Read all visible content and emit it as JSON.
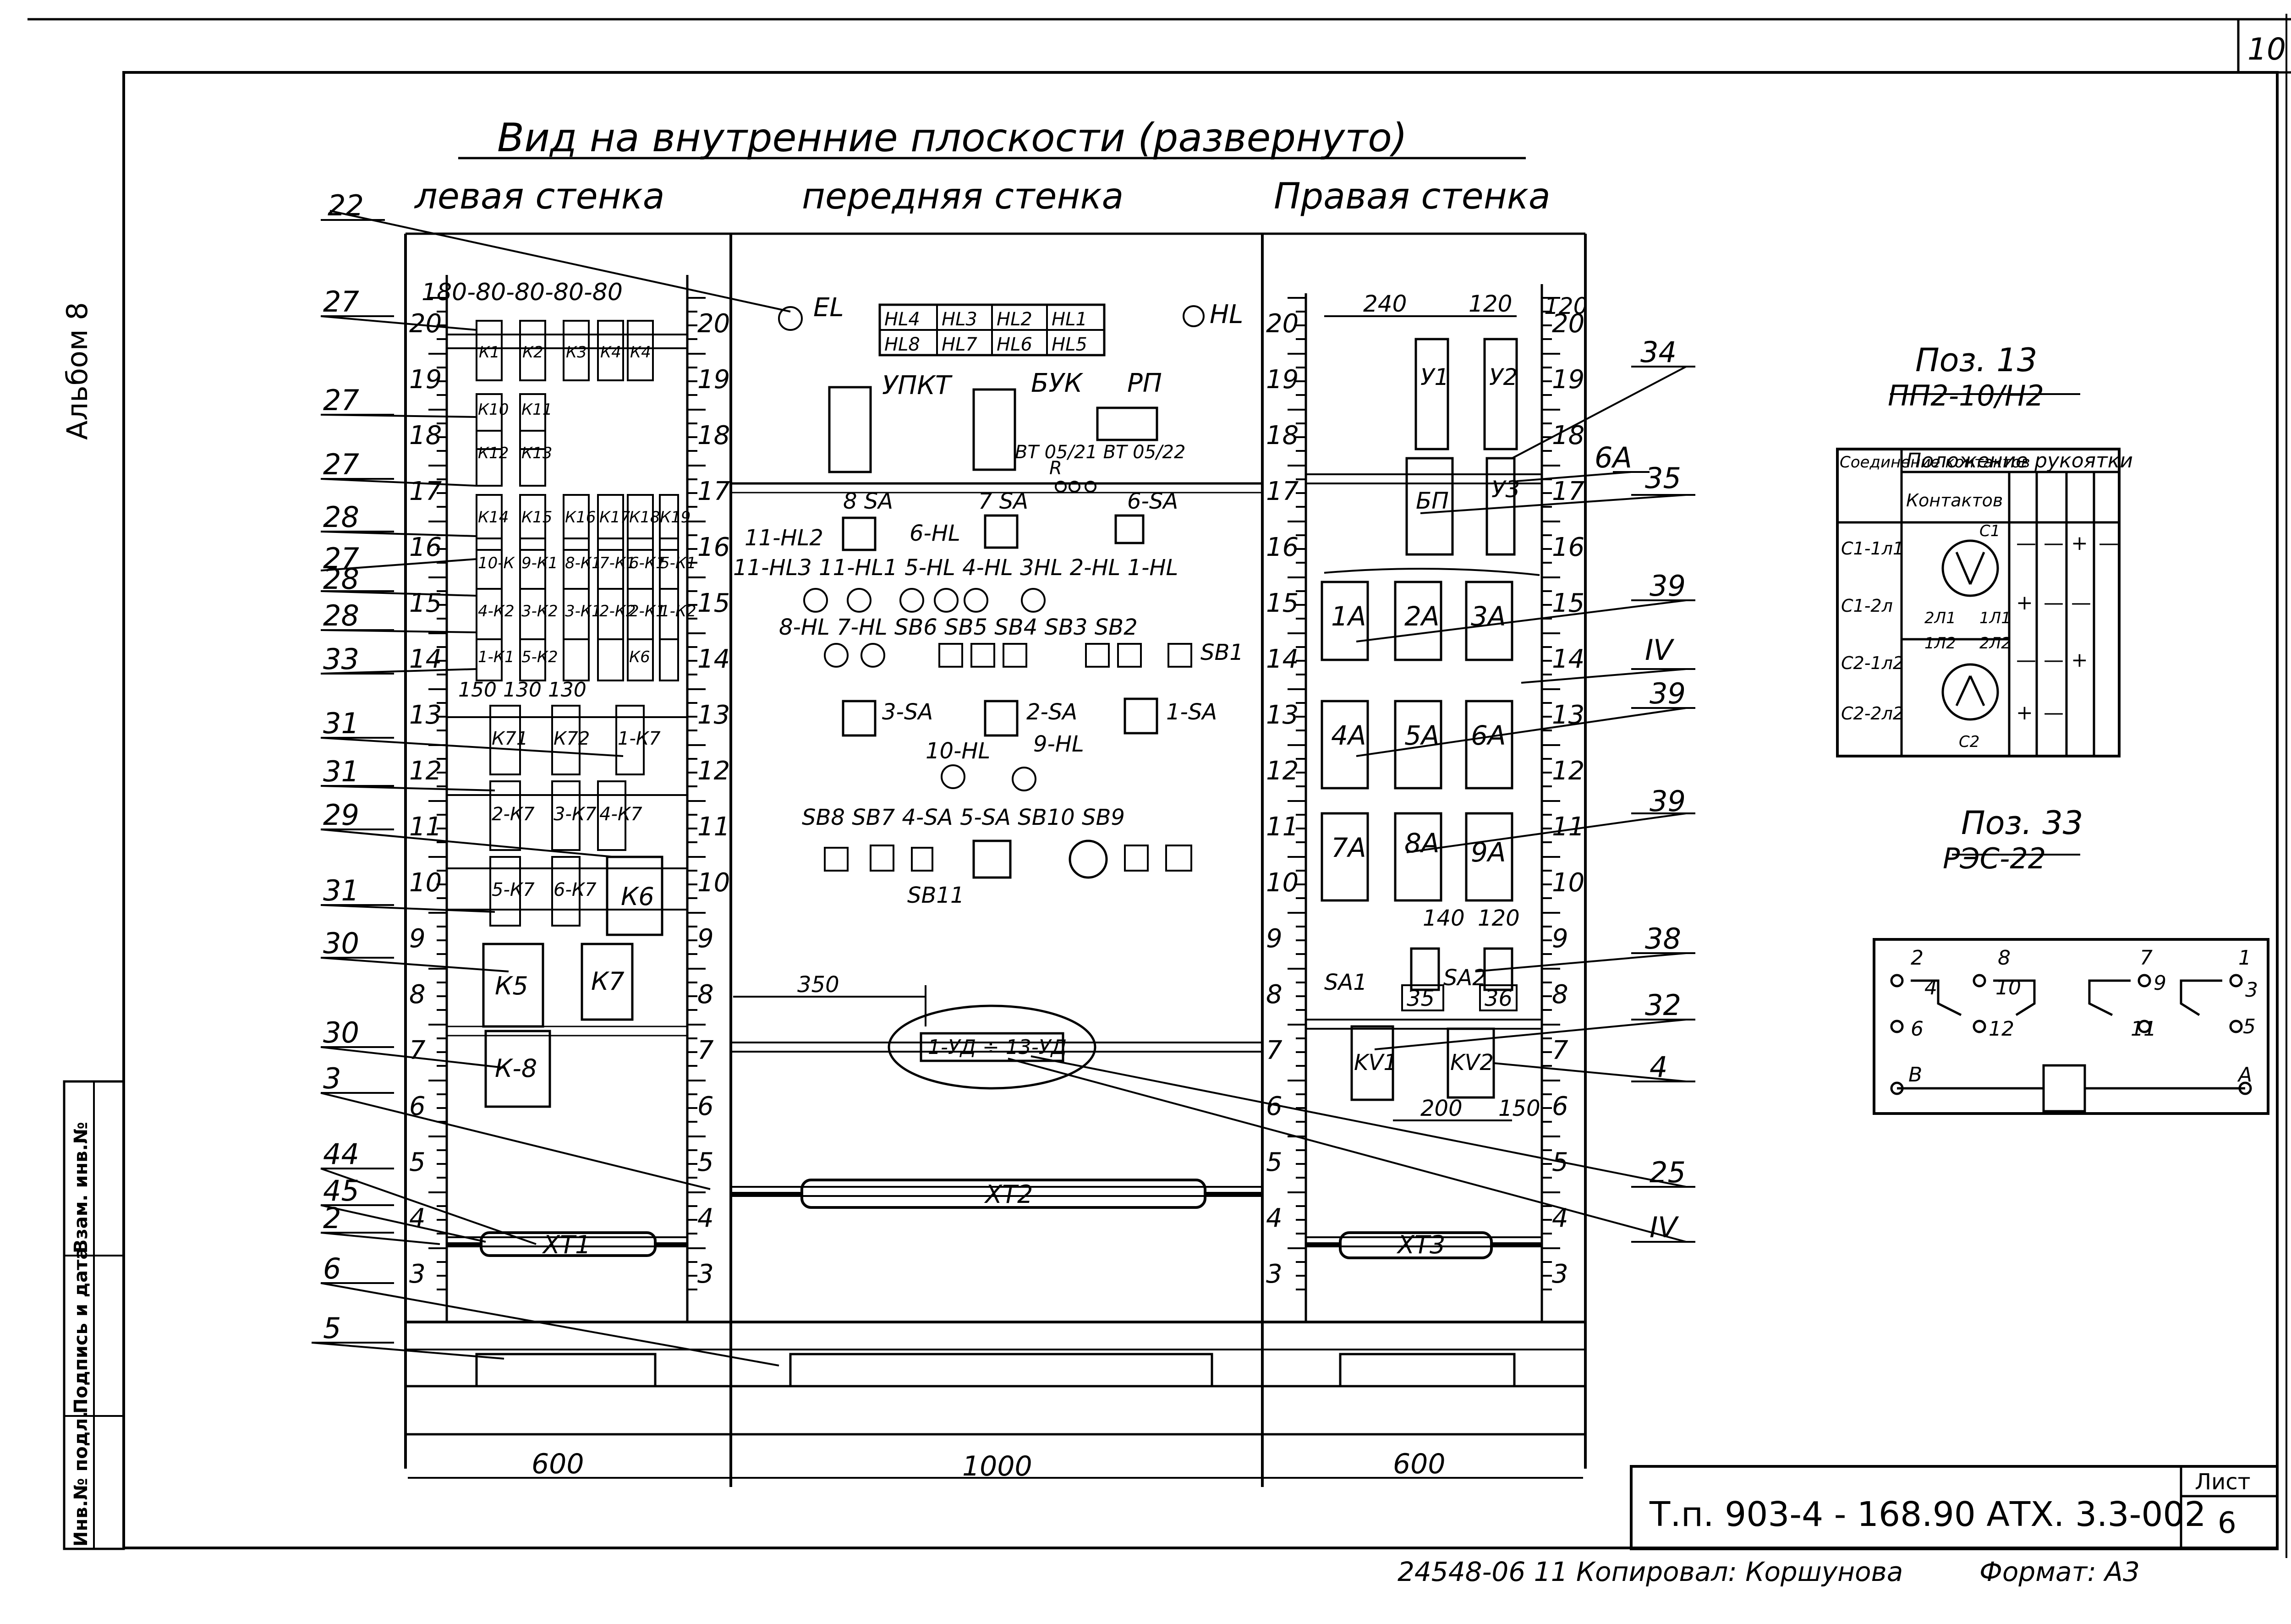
{
  "sheet_corner_number": "10",
  "album_label": "Альбом 8",
  "title": "Вид на внутренние плоскости (развернуто)",
  "sections": {
    "left": "левая стенка",
    "front": "передняя стенка",
    "right": "Правая стенка"
  },
  "left_wall": {
    "top_dims": "180-80-80-80-80",
    "row_dims": "150  130  130",
    "ruler_numbers": [
      "20",
      "19",
      "18",
      "17",
      "16",
      "15",
      "14",
      "13",
      "12",
      "11",
      "10",
      "9",
      "8",
      "7",
      "6",
      "5",
      "4",
      "3"
    ],
    "relays_row20": [
      "К1",
      "К2",
      "К3",
      "К4",
      "К4"
    ],
    "relays_row19": [
      "К10",
      "К11"
    ],
    "relays_row18": [
      "К12",
      "К13"
    ],
    "relays_row16": [
      "К14",
      "К15",
      "К16",
      "К17",
      "К18",
      "К19"
    ],
    "relays_row15": [
      "10-К",
      "9-К1",
      "8-К1",
      "7-К1",
      "6-К1",
      "5-К1"
    ],
    "relays_row14": [
      "4-К2",
      "3-К2",
      "3-К1",
      "2-К2",
      "2-К1",
      "1-К2"
    ],
    "relays_row13": [
      "1-К1",
      "5-К2",
      "К6"
    ],
    "timers_a": [
      "К71",
      "К72",
      "1-К7"
    ],
    "timers_b": [
      "2-К7",
      "3-К7",
      "4-К7"
    ],
    "timers_c": [
      "5-К7",
      "6-К7"
    ],
    "big_relays": [
      "К6",
      "К5",
      "К7",
      "К-8"
    ],
    "terminal": "ХТ1",
    "callouts": [
      "22",
      "27",
      "27",
      "27",
      "28",
      "27",
      "28",
      "28",
      "33",
      "31",
      "31",
      "29",
      "31",
      "30",
      "30",
      "3",
      "44",
      "45",
      "2",
      "6",
      "5"
    ]
  },
  "front_wall": {
    "el_label": "EL",
    "hl_label": "HL",
    "lamp_grid": [
      "HL4",
      "HL3",
      "HL2",
      "HL1",
      "HL8",
      "HL7",
      "HL6",
      "HL5"
    ],
    "upkt": "УПКТ",
    "buk": "БУК",
    "rp": "РП",
    "bt_label": "BT 05/21    BT 05/22",
    "r_label": "R",
    "sa_top": [
      "8 SA",
      "7 SA",
      "6-SA"
    ],
    "hl_row1": [
      "11-HL2",
      "6-HL"
    ],
    "hl_row2": "11-HL3  11-HL1  5-HL  4-HL  3HL  2-HL  1-HL",
    "hl_row3": "8-HL  7-HL  SB6  SB5  SB4  SB3  SB2",
    "sb1": "SB1",
    "sa_mid": [
      "3-SA",
      "2-SA",
      "1-SA"
    ],
    "hl_row4": [
      "10-HL",
      "9-HL"
    ],
    "bottom_row": "SB8  SB7  4-SA  5-SA  SB10  SB9",
    "sb11": "SB11",
    "dim_350": "350",
    "strip_label": "1-УД ÷ 13-УД",
    "terminal": "ХТ2",
    "callouts": [
      "25",
      "IV"
    ]
  },
  "right_wall": {
    "dims_top": [
      "240",
      "120",
      "120"
    ],
    "ruler_numbers": [
      "20",
      "19",
      "18",
      "17",
      "16",
      "15",
      "14",
      "13",
      "12",
      "11",
      "10",
      "9",
      "8",
      "7",
      "6",
      "5",
      "4",
      "3"
    ],
    "blocks_top": [
      "У1",
      "У2",
      "БП",
      "У3"
    ],
    "rows": [
      [
        "1A",
        "2A",
        "3A"
      ],
      [
        "4A",
        "5A",
        "6A"
      ],
      [
        "7A",
        "8A",
        "9A"
      ]
    ],
    "dims_mid": [
      "140",
      "120"
    ],
    "switches": [
      "SA1",
      "SA2"
    ],
    "switch_nums": [
      "35",
      "36"
    ],
    "relays": [
      "KV1",
      "KV2"
    ],
    "dims_low": [
      "200",
      "150"
    ],
    "terminal": "ХТ3",
    "callouts": [
      "34",
      "6A",
      "35",
      "39",
      "IV",
      "39",
      "39",
      "38",
      "32",
      "4"
    ]
  },
  "bottom_dims": [
    "600",
    "1000",
    "600"
  ],
  "pos13": {
    "title": "Поз. 13",
    "subtitle": "ПП2-10/Н2",
    "table_header_1": "Соединение контактов",
    "table_header_2": "Положение рукоятки",
    "sub_header": "Контактов",
    "rows": [
      {
        "contact": "С1-1л1",
        "marks": [
          "—",
          "—",
          "+",
          "—"
        ]
      },
      {
        "contact": "С1-2л",
        "marks": [
          "+",
          "—",
          "—",
          ""
        ]
      },
      {
        "contact": "С2-1л2",
        "marks": [
          "—",
          "—",
          "+",
          ""
        ]
      },
      {
        "contact": "С2-2л2",
        "marks": [
          "+",
          "—",
          "",
          ""
        ]
      }
    ],
    "dial_labels": [
      "С1",
      "2Л1",
      "1Л1",
      "1Л2",
      "2Л2",
      "С2"
    ]
  },
  "pos33": {
    "title": "Поз. 33",
    "subtitle": "РЭС-22",
    "pins_top": [
      "2",
      "8",
      "7",
      "1"
    ],
    "pins_mid": [
      "4",
      "10",
      "9",
      "3"
    ],
    "pins_low": [
      "6",
      "12",
      "11",
      "5"
    ],
    "pins_coil": [
      "B",
      "A"
    ]
  },
  "left_margin_stamp": [
    "Инв.№ подл.",
    "Подпись и дата",
    "Взам. инв.№"
  ],
  "stamp": {
    "code": "Т.п. 903-4 - 168.90   АТХ. 3.3-002",
    "sheet_label": "Лист",
    "sheet_number": "6"
  },
  "footer": {
    "copy_info": "24548-06  11 Копировал: Коршунова",
    "format": "Формат: А3"
  }
}
